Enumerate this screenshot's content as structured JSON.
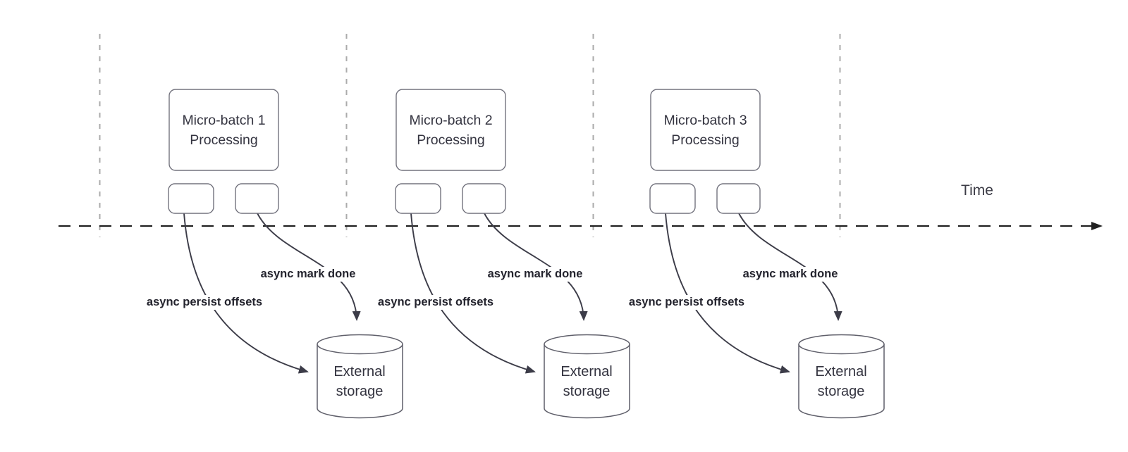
{
  "diagram": {
    "time_axis_label": "Time",
    "colors": {
      "background": "#ffffff",
      "node_border": "#73737e",
      "node_text": "#343440",
      "arrow": "#3c3c48",
      "timeline": "#212121",
      "guide_line": "#ababab",
      "arrow_label_text": "#23232d"
    },
    "batches": [
      {
        "processing_label": "Micro-batch 1 Processing",
        "persist_label": "async persist offsets",
        "done_label": "async mark done",
        "storage_label": "External storage"
      },
      {
        "processing_label": "Micro-batch 2 Processing",
        "persist_label": "async persist offsets",
        "done_label": "async mark done",
        "storage_label": "External storage"
      },
      {
        "processing_label": "Micro-batch 3 Processing",
        "persist_label": "async persist offsets",
        "done_label": "async mark done",
        "storage_label": "External storage"
      }
    ]
  }
}
